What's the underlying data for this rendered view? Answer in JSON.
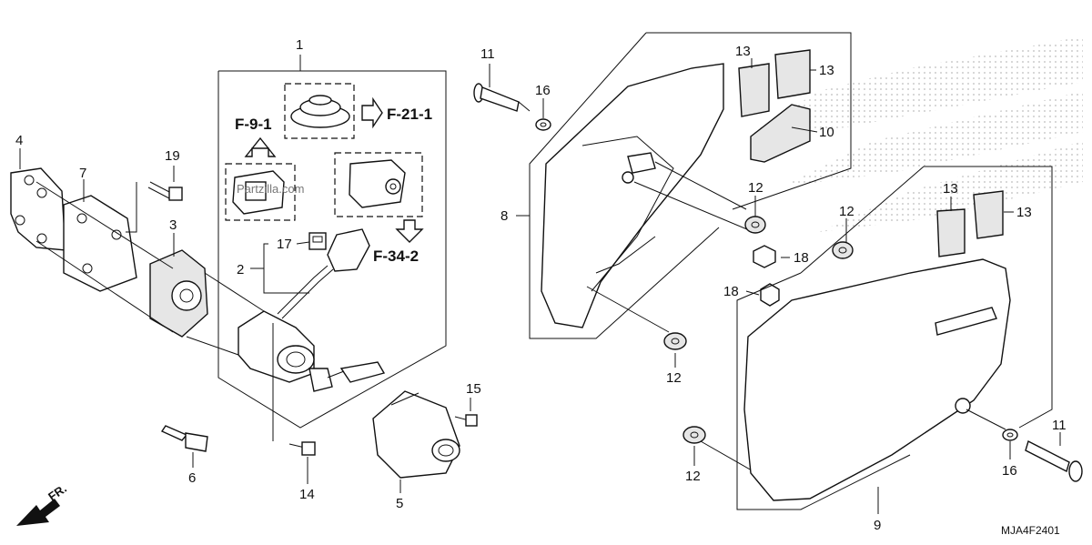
{
  "labels": {
    "p1": "1",
    "p2": "2",
    "p3": "3",
    "p4": "4",
    "p5": "5",
    "p6": "6",
    "p7": "7",
    "p8": "8",
    "p9": "9",
    "p10": "10",
    "p11a": "11",
    "p11b": "11",
    "p12a": "12",
    "p12b": "12",
    "p12c": "12",
    "p12d": "12",
    "p13a": "13",
    "p13b": "13",
    "p13c": "13",
    "p13d": "13",
    "p14": "14",
    "p15": "15",
    "p16a": "16",
    "p16b": "16",
    "p17": "17",
    "p18a": "18",
    "p18b": "18",
    "p19": "19"
  },
  "refs": {
    "f91": "F-9-1",
    "f211": "F-21-1",
    "f342": "F-34-2"
  },
  "watermark": "Partzilla.com",
  "direction": "FR.",
  "diagram_code": "MJA4F2401"
}
